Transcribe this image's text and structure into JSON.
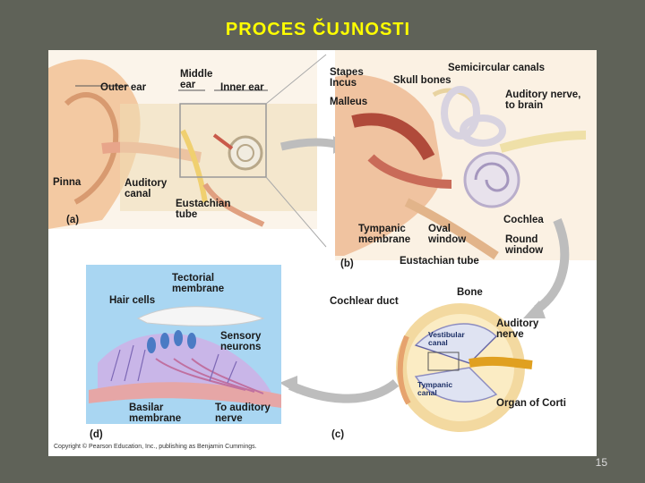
{
  "slide": {
    "title": "PROCES ČUJNOSTI",
    "page_number": "15"
  },
  "figure": {
    "copyright": "Copyright © Pearson Education, Inc., publishing as Benjamin Cummings.",
    "panel_a": {
      "tag": "(a)",
      "outer_ear": "Outer ear",
      "middle_ear": "Middle\near",
      "inner_ear": "Inner ear",
      "pinna": "Pinna",
      "auditory_canal": "Auditory\ncanal",
      "eustachian_tube": "Eustachian\ntube"
    },
    "panel_b": {
      "tag": "(b)",
      "stapes_incus": "Stapes\nIncus",
      "malleus": "Malleus",
      "skull_bones": "Skull bones",
      "semicircular_canals": "Semicircular canals",
      "auditory_nerve_to_brain": "Auditory nerve,\nto brain",
      "cochlea": "Cochlea",
      "round_window": "Round\nwindow",
      "tympanic_membrane": "Tympanic\nmembrane",
      "oval_window": "Oval\nwindow",
      "eustachian_tube": "Eustachian tube"
    },
    "panel_c": {
      "tag": "(c)",
      "cochlear_duct": "Cochlear duct",
      "bone": "Bone",
      "auditory_nerve": "Auditory\nnerve",
      "vestibular_canal": "Vestibular\ncanal",
      "tympanic_canal": "Tympanic\ncanal",
      "organ_of_corti": "Organ of Corti"
    },
    "panel_d": {
      "tag": "(d)",
      "tectorial_membrane": "Tectorial\nmembrane",
      "hair_cells": "Hair cells",
      "sensory_neurons": "Sensory\nneurons",
      "basilar_membrane": "Basilar\nmembrane",
      "to_auditory_nerve": "To auditory\nnerve"
    }
  }
}
